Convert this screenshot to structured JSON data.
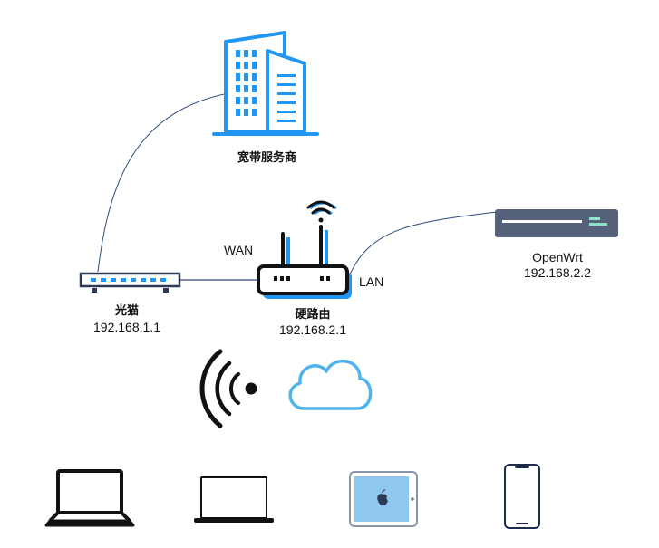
{
  "isp": {
    "label": "宽带服务商"
  },
  "modem": {
    "name": "光猫",
    "ip": "192.168.1.1"
  },
  "router": {
    "name": "硬路由",
    "ip": "192.168.2.1",
    "wan_label": "WAN",
    "lan_label": "LAN"
  },
  "openwrt": {
    "name": "OpenWrt",
    "ip": "192.168.2.2"
  },
  "colors": {
    "accent": "#2196f3",
    "accent_light": "#9fd3f7",
    "link_line": "#2d4a7a",
    "server": "#56627a",
    "device_outline": "#111111",
    "tablet_fill": "#8ec8f0",
    "phone_outline": "#1e2a4a"
  },
  "icons": [
    "building-icon",
    "modem-icon",
    "router-icon",
    "server-icon",
    "wifi-signal-icon",
    "cloud-icon",
    "laptop-icon",
    "laptop-outline-icon",
    "tablet-icon",
    "phone-icon"
  ]
}
